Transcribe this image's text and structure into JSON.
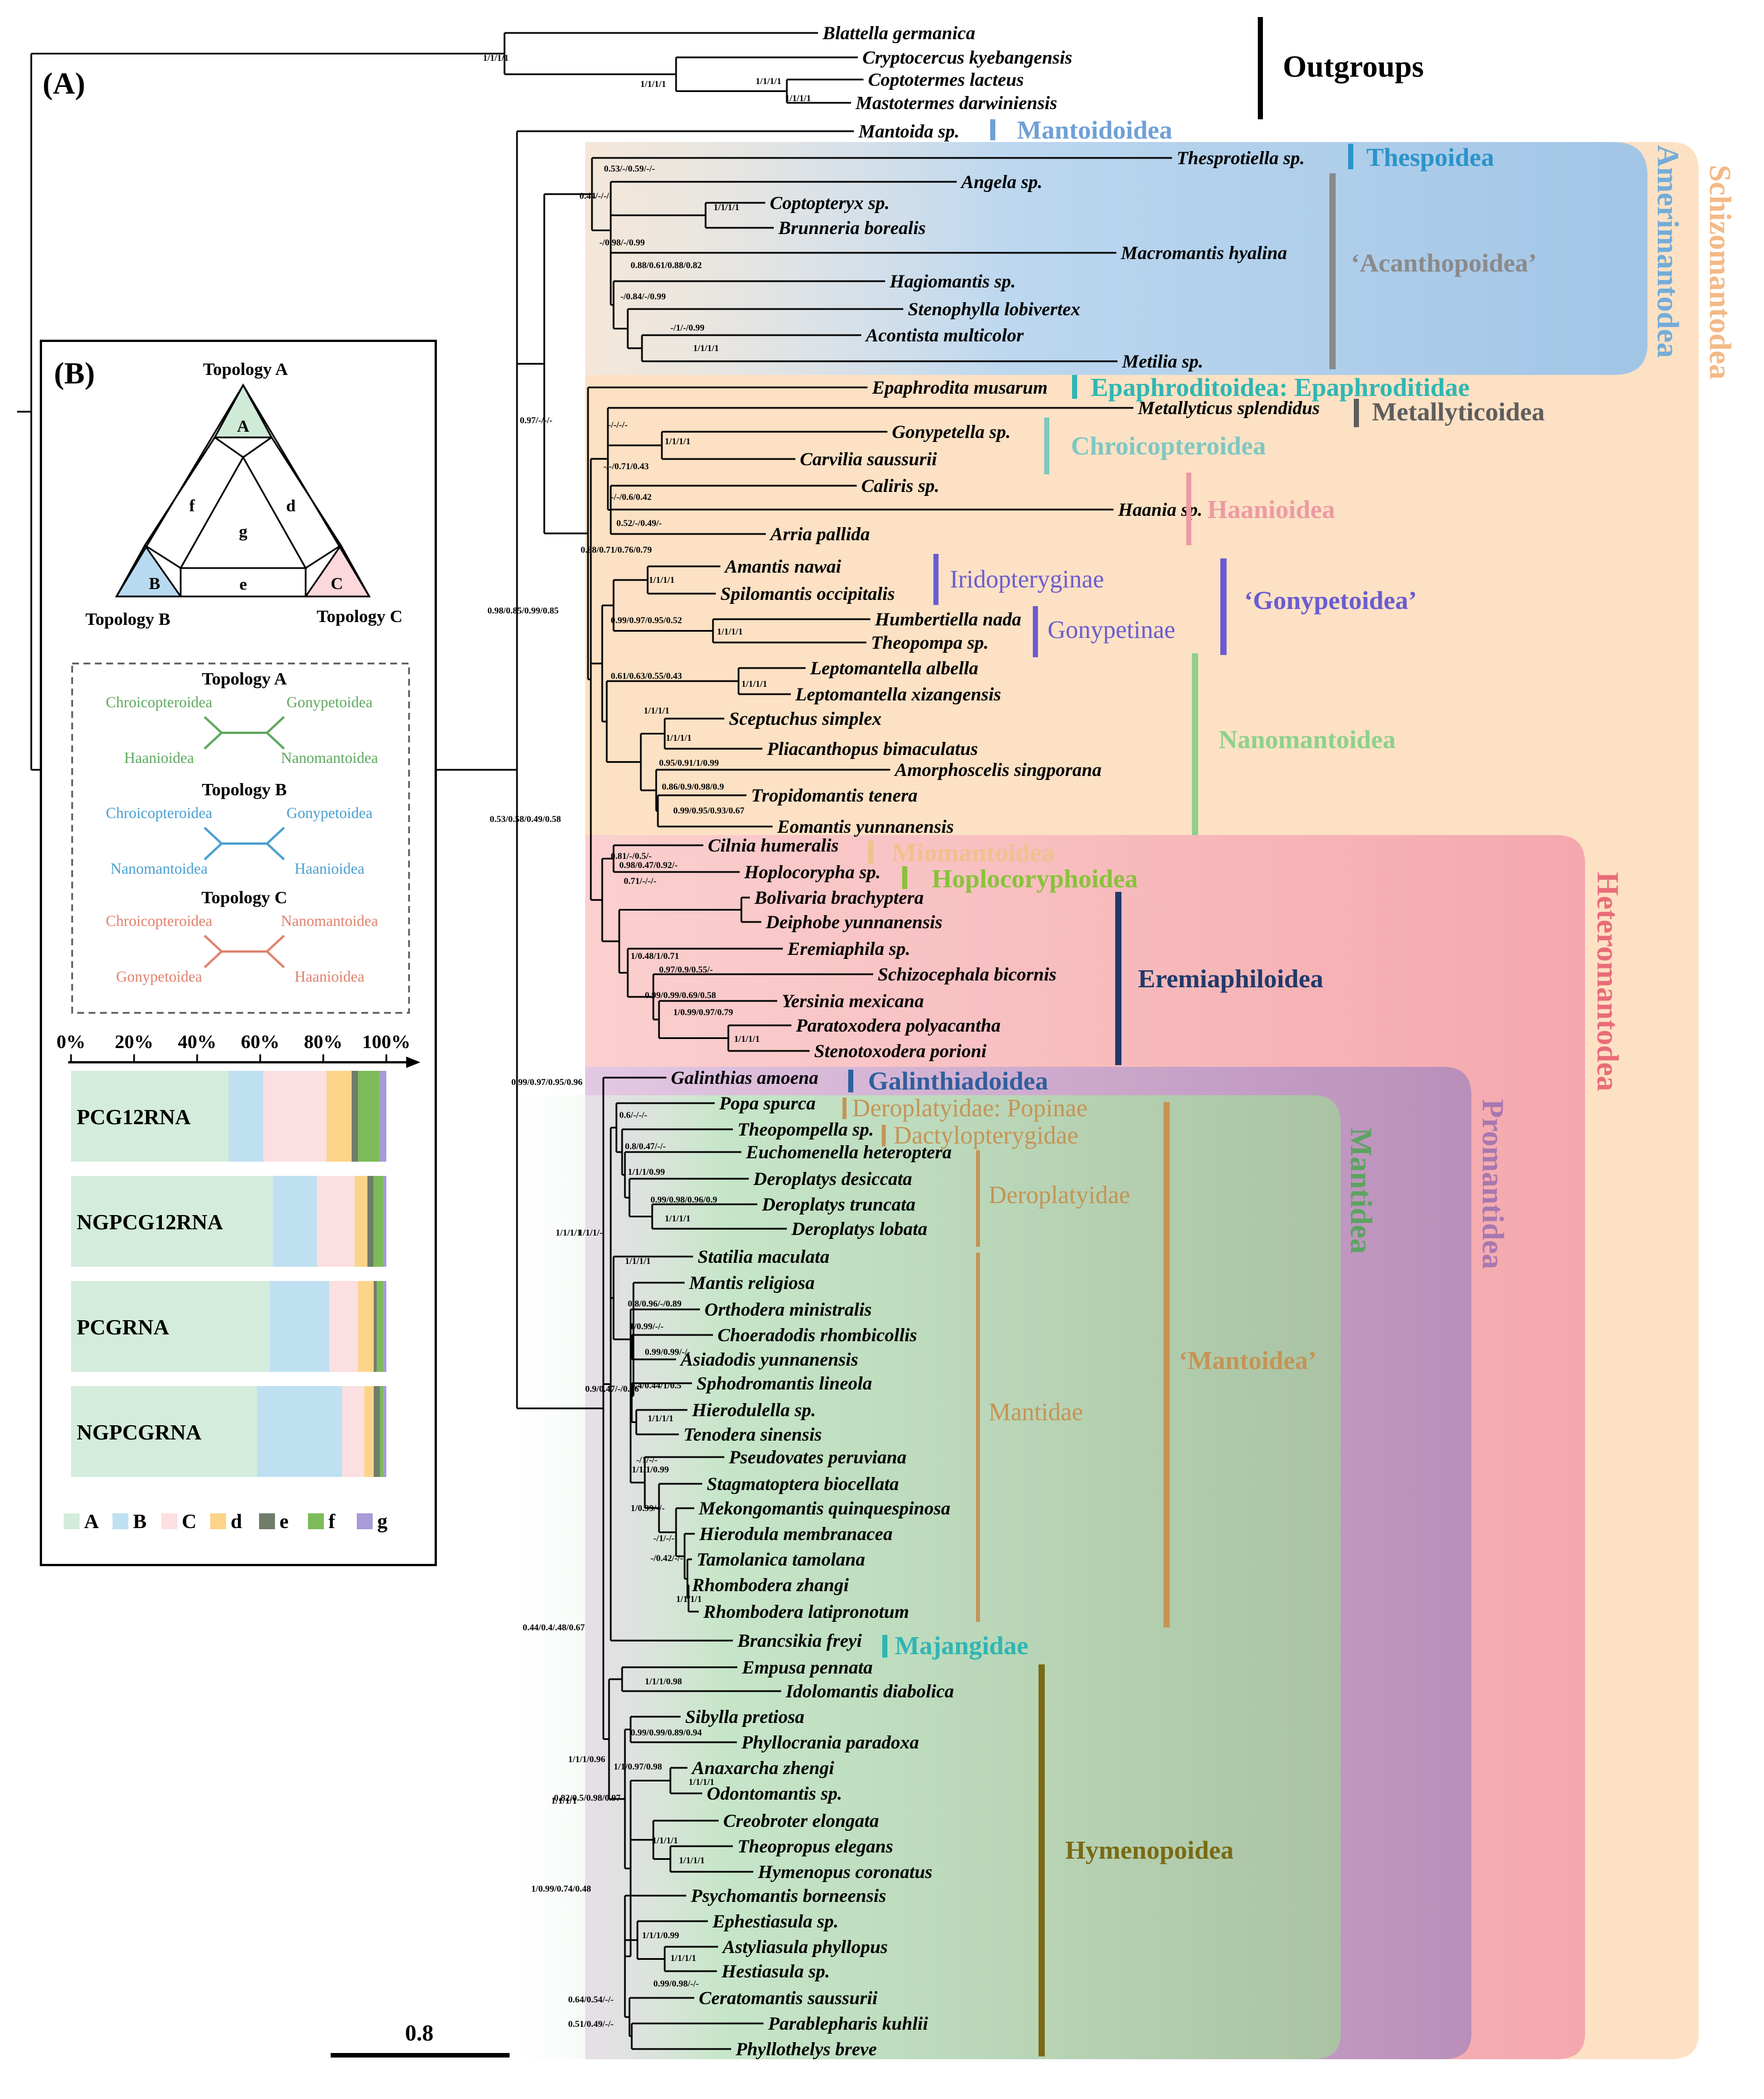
{
  "panel_labels": {
    "a": "(A)",
    "b": "(B)"
  },
  "scale_bar": {
    "label": "0.8"
  },
  "taxa": [
    "Blattella germanica",
    "Cryptocercus kyebangensis",
    "Coptotermes lacteus",
    "Mastotermes darwiniensis",
    "Mantoida sp.",
    "Thesprotiella sp.",
    "Angela sp.",
    "Coptopteryx sp.",
    "Brunneria borealis",
    "Macromantis hyalina",
    "Hagiomantis sp.",
    "Stenophylla lobivertex",
    "Acontista multicolor",
    "Metilia sp.",
    "Epaphrodita musarum",
    "Metallyticus splendidus",
    "Gonypetella sp.",
    "Carvilia saussurii",
    "Caliris sp.",
    "Haania sp.",
    "Arria pallida",
    "Amantis nawai",
    "Spilomantis occipitalis",
    "Humbertiella nada",
    "Theopompa sp.",
    "Leptomantella albella",
    "Leptomantella xizangensis",
    "Sceptuchus simplex",
    "Pliacanthopus bimaculatus",
    "Amorphoscelis singporana",
    "Tropidomantis tenera",
    "Eomantis yunnanensis",
    "Cilnia humeralis",
    "Hoplocorypha sp.",
    "Bolivaria brachyptera",
    "Deiphobe yunnanensis",
    "Eremiaphila sp.",
    "Schizocephala bicornis",
    "Yersinia mexicana",
    "Paratoxodera polyacantha",
    "Stenotoxodera porioni",
    "Galinthias amoena",
    "Popa spurca",
    "Theopompella sp.",
    "Euchomenella heteroptera",
    "Deroplatys desiccata",
    "Deroplatys truncata",
    "Deroplatys lobata",
    "Statilia maculata",
    "Mantis religiosa",
    "Orthodera ministralis",
    "Choeradodis rhombicollis",
    "Asiadodis yunnanensis",
    "Sphodromantis lineola",
    "Hierodulella sp.",
    "Tenodera sinensis",
    "Pseudovates peruviana",
    "Stagmatoptera biocellata",
    "Mekongomantis quinquespinosa",
    "Hierodula membranacea",
    "Tamolanica tamolana",
    "Rhombodera zhangi",
    "Rhombodera latipronotum",
    "Brancsikia freyi",
    "Empusa pennata",
    "Idolomantis diabolica",
    "Sibylla pretiosa",
    "Phyllocrania paradoxa",
    "Anaxarcha zhengi",
    "Odontomantis sp.",
    "Creobroter elongata",
    "Theopropus elegans",
    "Hymenopus coronatus",
    "Psychomantis borneensis",
    "Ephestiasula sp.",
    "Astyliasula phyllopus",
    "Hestiasula sp.",
    "Ceratomantis saussurii",
    "Parablepharis kuhlii",
    "Phyllothelys breve"
  ],
  "support_values": [
    "1/1/1/1",
    "1/1/1/1",
    "1/1/1/1",
    "1/1/1/1",
    "0.53/-/0.59/-/-",
    "0.44/-/-/-",
    "1/1/1/1",
    "-/0.98/-/0.99",
    "0.88/0.61/0.88/0.82",
    "-/0.84/-/0.99",
    "-/1/-/0.99",
    "1/1/1/1",
    "0.97/-/-/-",
    "-/-/-/-",
    "1/1/1/1",
    "-/-/0.71/0.43",
    "-/-/0.6/0.42",
    "0.52/-/0.49/-",
    "0.88/0.71/0.76/0.79",
    "1/1/1/1",
    "0.99/0.97/0.95/0.52",
    "1/1/1/1",
    "0.98/0.85/0.99/0.85",
    "0.61/0.63/0.55/0.43",
    "1/1/1/1",
    "1/1/1/1",
    "1/1/1/1",
    "0.95/0.91/1/0.99",
    "0.86/0.9/0.98/0.9",
    "0.99/0.95/0.93/0.67",
    "0.53/0.58/0.49/0.58",
    "0.81/-/0.5/-",
    "0.98/0.47/0.92/-",
    "0.71/-/-/-",
    "1/0.48/1/0.71",
    "0.97/0.9/0.55/-",
    "0.99/0.99/0.69/0.58",
    "1/0.99/0.97/0.79",
    "1/1/1/1",
    "0.99/0.97/0.95/0.96",
    "0.6/-/-/-",
    "0.8/0.47/-/-",
    "1/1/1/0.99",
    "0.99/0.98/0.96/0.9",
    "1/1/1/1",
    "1/1/1/-",
    "1/1/1/1",
    "0.8/0.96/-/0.89",
    "1/0.99/-/-",
    "0.99/0.99/-/-",
    "0.4/0.44/1/0.5",
    "1/1/1/1",
    "1/1/1/1",
    "0.9/0.47/-/0.96",
    "-/1/-/-",
    "1/1/1/0.99",
    "-/1/-/-",
    "1/0.99/-/-",
    "-/1/-/-",
    "-/0.42/-/-",
    "1/1/1/1",
    "1/1/1/1",
    "0.44/0.4/.48/0.67",
    "1/1/1/0.98",
    "0.99/0.99/0.89/0.94",
    "1/1/1/0.96",
    "1/1/1/1",
    "1/1/1/1",
    "1/1/0.97/0.98",
    "1/1/1/1",
    "1/1/1/1",
    "0.82/0.5/0.98/0.97",
    "1/0.99/0.74/0.48",
    "1/1/1/0.99",
    "1/1/1/1",
    "0.99/0.98/-/-",
    "0.64/0.54/-/-",
    "0.51/0.49/-/-"
  ],
  "groups": {
    "outgroups": "Outgroups",
    "mantoidoidea": "Mantoidoidea",
    "thespoidea": "Thespoidea",
    "acanthopoidea": "‘Acanthopoidea’",
    "epaphroditoidea": "Epaphroditoidea: Epaphroditidae",
    "metallyticoidea": "Metallyticoidea",
    "chroicopteroidea": "Chroicopteroidea",
    "haanioidea": "Haanioidea",
    "iridopteryginae": "Iridopteryginae",
    "gonypetinae": "Gonypetinae",
    "gonypetoidea": "‘Gonypetoidea’",
    "nanomantoidea": "Nanomantoidea",
    "miomantoidea": "Miomantoidea",
    "hoplocoryphoidea": "Hoplocoryphoidea",
    "eremiaphiloidea": "Eremiaphiloidea",
    "galinthiadoidea": "Galinthiadoidea",
    "popinae": "Deroplatyidae: Popinae",
    "dactylopterygidae": "Dactylopterygidae",
    "deroplatyidae": "Deroplatyidae",
    "mantidae": "Mantidae",
    "mantoidea": "‘Mantoidea’",
    "majangidae": "Majangidae",
    "hymenopoidea": "Hymenopoidea",
    "amerimantodea": "Amerimantodea",
    "schizomantodea": "Schizomantodea",
    "heteromantodea": "Heteromantodea",
    "promantidea": "Promantidea",
    "mantidea": "Mantidea"
  },
  "colors": {
    "amerimantodea_bg": "#a9c9e6",
    "schizomantodea_bg": "#fde1c4",
    "heteromantodea_bg": "#f6b8bb",
    "promantidea_bg": "#c9a3c8",
    "mantidea_bg": "#c7e6c9",
    "thespoidea": "#2a94c9",
    "acanthopoidea": "#8a8a8a",
    "epaphroditoidea": "#2fb6b3",
    "metallyticoidea": "#5d5d5d",
    "chroicopteroidea": "#7ec7c2",
    "haanioidea": "#ec9ba3",
    "gonypetoidea": "#6a5cd1",
    "nanomantoidea": "#8ed08c",
    "miomantoidea": "#f2c08c",
    "hoplocoryphoidea": "#88c23a",
    "eremiaphiloidea": "#1f3a6b",
    "galinthiadoidea": "#2f5f9c",
    "mantoidea": "#c59456",
    "majangidae": "#2fb6b3",
    "hymenopoidea": "#7a6a14"
  },
  "topology": {
    "title_a": "Topology A",
    "title_b": "Topology B",
    "title_c": "Topology C",
    "regions": [
      "A",
      "B",
      "C",
      "d",
      "e",
      "f",
      "g"
    ],
    "schemes": [
      {
        "title": "Topology A",
        "color": "#5fa85f",
        "tl": "Chroicopteroidea",
        "tr": "Gonypetoidea",
        "bl": "Haanioidea",
        "br": "Nanomantoidea"
      },
      {
        "title": "Topology B",
        "color": "#4a9fd1",
        "tl": "Chroicopteroidea",
        "tr": "Gonypetoidea",
        "bl": "Nanomantoidea",
        "br": "Haanioidea"
      },
      {
        "title": "Topology C",
        "color": "#e0826e",
        "tl": "Chroicopteroidea",
        "tr": "Nanomantoidea",
        "bl": "Gonypetoidea",
        "br": "Haanioidea"
      }
    ]
  },
  "chart_data": {
    "type": "bar",
    "orientation": "horizontal",
    "stacked": true,
    "axis_ticks": [
      "0%",
      "20%",
      "40%",
      "60%",
      "80%",
      "100%"
    ],
    "xlim": [
      0,
      100
    ],
    "categories": [
      "PCG12RNA",
      "NGPCG12RNA",
      "PCGRNA",
      "NGPCGRNA"
    ],
    "series": [
      {
        "name": "A",
        "color": "#d4ecdb",
        "values": [
          50,
          64,
          63,
          59
        ]
      },
      {
        "name": "B",
        "color": "#bfe0f1",
        "values": [
          11,
          14,
          19,
          27
        ]
      },
      {
        "name": "C",
        "color": "#fbdfe1",
        "values": [
          20,
          12,
          9,
          7
        ]
      },
      {
        "name": "d",
        "color": "#fbd489",
        "values": [
          8,
          4,
          5,
          3
        ]
      },
      {
        "name": "e",
        "color": "#6f7d6a",
        "values": [
          2,
          2,
          1,
          2
        ]
      },
      {
        "name": "f",
        "color": "#7dbb5a",
        "values": [
          7,
          3,
          2,
          1
        ]
      },
      {
        "name": "g",
        "color": "#a99ad9",
        "values": [
          2,
          1,
          1,
          1
        ]
      }
    ]
  }
}
